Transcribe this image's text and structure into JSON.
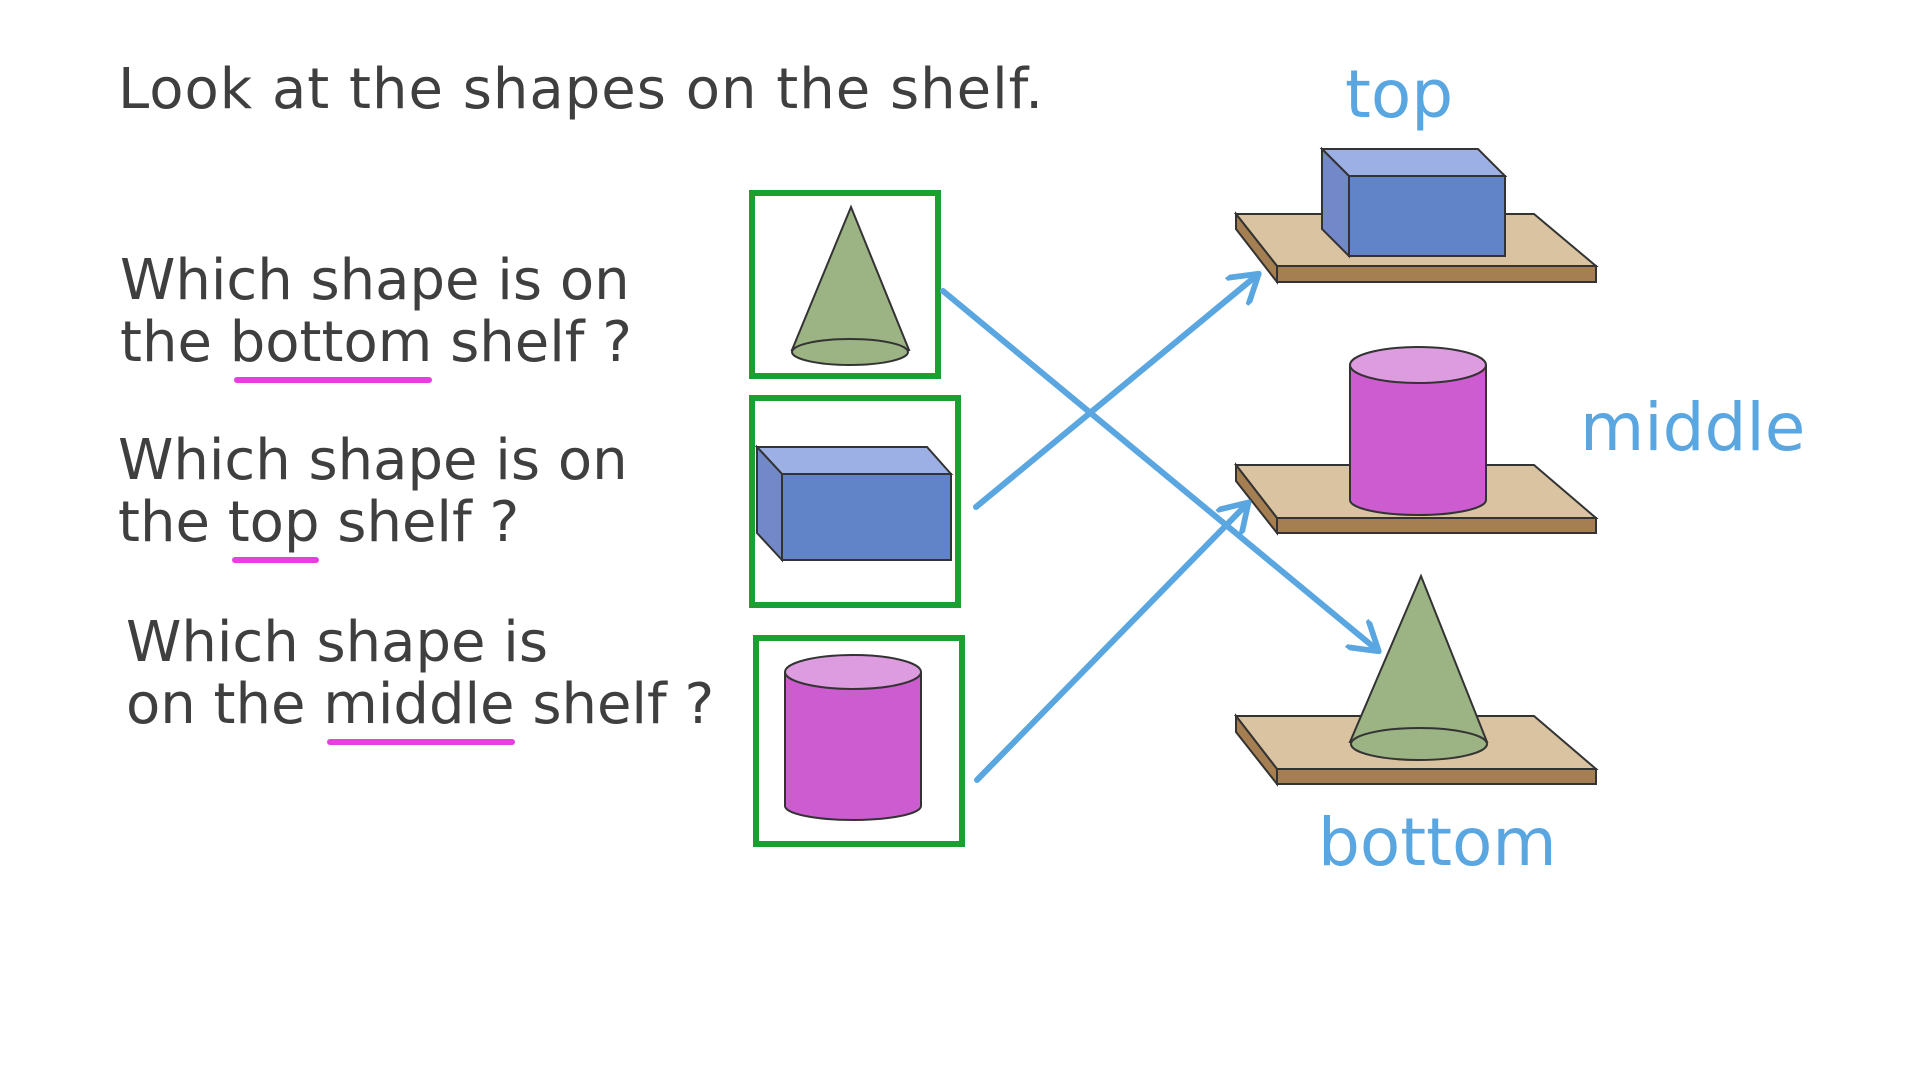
{
  "instruction": "Look at the shapes on the shelf.",
  "questions": [
    {
      "before_line1": "Which shape is on",
      "line2_prefix": "the",
      "keyword": "bottom",
      "suffix": "shelf ?"
    },
    {
      "before_line1": "Which shape is on",
      "line2_prefix": "the",
      "keyword": "top",
      "suffix": "shelf ?"
    },
    {
      "before_line1": "Which shape is",
      "line2_prefix": "on the",
      "keyword": "middle",
      "suffix": "shelf ?"
    }
  ],
  "shelf_labels": {
    "top": "top",
    "middle": "middle",
    "bottom": "bottom"
  },
  "options": [
    {
      "shape": "cone",
      "color": "#9cb484"
    },
    {
      "shape": "cuboid",
      "color": "#6183c8"
    },
    {
      "shape": "cylinder",
      "color": "#cc5ccf"
    }
  ],
  "shelves": [
    {
      "position": "top",
      "shape": "cuboid"
    },
    {
      "position": "middle",
      "shape": "cylinder"
    },
    {
      "position": "bottom",
      "shape": "cone"
    }
  ],
  "colors": {
    "box_border": "#19a030",
    "arrow": "#5aa6e0",
    "underline": "#e83ee0",
    "shelf_top": "#d9c3a0",
    "shelf_front": "#a57f52",
    "text": "#3f3f3f"
  }
}
